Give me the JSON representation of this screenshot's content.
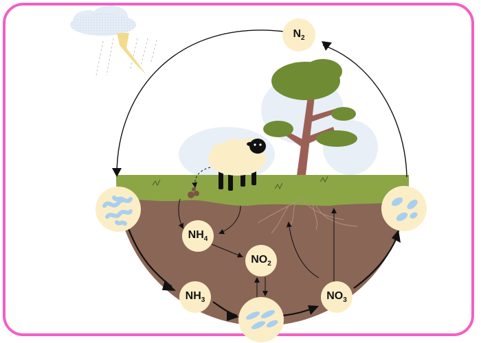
{
  "nodes": {
    "n2": {
      "label": "N",
      "sub": "2"
    },
    "nh4": {
      "label": "NH",
      "sub": "4"
    },
    "no2": {
      "label": "NO",
      "sub": "2"
    },
    "nh3": {
      "label": "NH",
      "sub": "3"
    },
    "no3": {
      "label": "NO",
      "sub": "3"
    }
  },
  "colors": {
    "frame": "#f25fc4",
    "soil": "#8a6656",
    "grass": "#8ca646",
    "node_fill": "#fbeec7",
    "bacteria": "#a9cfee",
    "tree_leaves": "#6f8b34",
    "tree_trunk": "#9b6055",
    "sheep_wool": "#fbeec7",
    "lightning": "#f2dc8c",
    "cloud": "#dde8f3"
  },
  "icons": [
    "cloud-icon",
    "lightning-icon",
    "tree-icon",
    "sheep-icon",
    "bacteria-icon",
    "roots-icon",
    "droppings-icon"
  ]
}
